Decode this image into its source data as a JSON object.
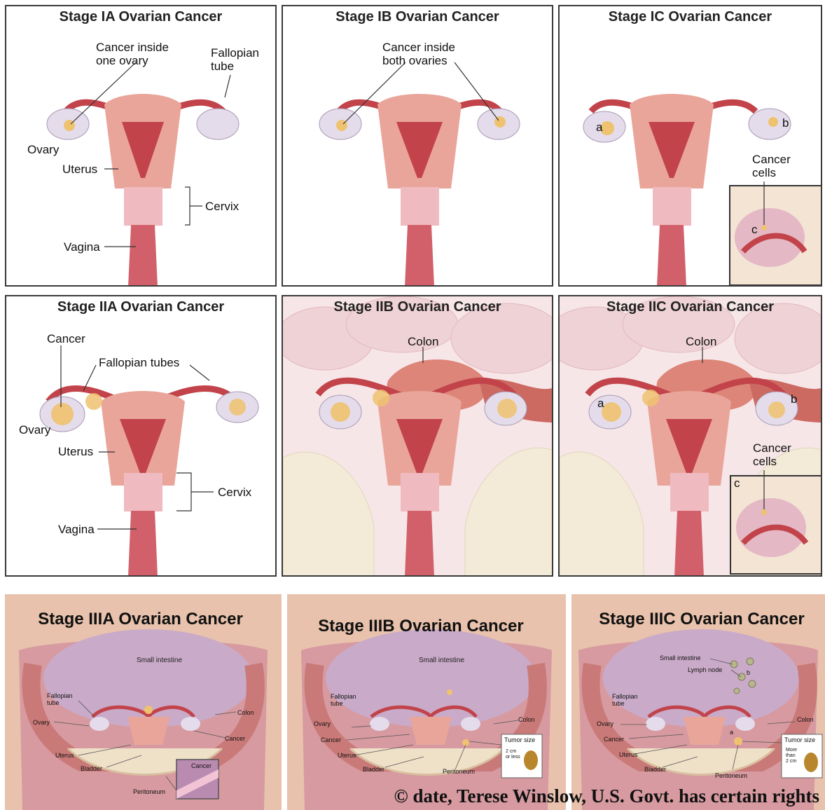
{
  "panels": {
    "ia": {
      "title": "Stage IA Ovarian Cancer",
      "labels": {
        "cancer": "Cancer inside",
        "cancer2": "one ovary",
        "tube": "Fallopian",
        "tube2": "tube",
        "ovary": "Ovary",
        "uterus": "Uterus",
        "cervix": "Cervix",
        "vagina": "Vagina"
      }
    },
    "ib": {
      "title": "Stage IB Ovarian Cancer",
      "labels": {
        "cancer": "Cancer inside",
        "cancer2": "both ovaries"
      }
    },
    "ic": {
      "title": "Stage IC Ovarian Cancer",
      "labels": {
        "a": "a",
        "b": "b",
        "c": "c",
        "cells": "Cancer",
        "cells2": "cells"
      }
    },
    "iia": {
      "title": "Stage IIA Ovarian Cancer",
      "labels": {
        "cancer": "Cancer",
        "tubes": "Fallopian tubes",
        "ovary": "Ovary",
        "uterus": "Uterus",
        "cervix": "Cervix",
        "vagina": "Vagina"
      }
    },
    "iib": {
      "title": "Stage IIB Ovarian Cancer",
      "labels": {
        "colon": "Colon"
      }
    },
    "iic": {
      "title": "Stage IIC Ovarian Cancer",
      "labels": {
        "colon": "Colon",
        "a": "a",
        "b": "b",
        "c": "c",
        "cells": "Cancer",
        "cells2": "cells"
      }
    },
    "iiia": {
      "title": "Stage IIIA Ovarian Cancer",
      "labels": {
        "small_intestine": "Small intestine",
        "tube": "Fallopian",
        "tube2": "tube",
        "ovary": "Ovary",
        "colon": "Colon",
        "cancer": "Cancer",
        "uterus": "Uterus",
        "bladder": "Bladder",
        "peritoneum": "Peritoneum",
        "inset_cancer": "Cancer"
      }
    },
    "iiib": {
      "title": "Stage IIIB Ovarian Cancer",
      "labels": {
        "small_intestine": "Small intestine",
        "tube": "Fallopian",
        "tube2": "tube",
        "ovary": "Ovary",
        "colon": "Colon",
        "cancer": "Cancer",
        "uterus": "Uterus",
        "bladder": "Bladder",
        "peritoneum": "Peritoneum",
        "tumor_size": "Tumor size",
        "size1": "2 cm",
        "size2": "or less"
      }
    },
    "iiic": {
      "title": "Stage IIIC Ovarian Cancer",
      "labels": {
        "small_intestine": "Small intestine",
        "lymph": "Lymph node",
        "tube": "Fallopian",
        "tube2": "tube",
        "ovary": "Ovary",
        "colon": "Colon",
        "cancer": "Cancer",
        "uterus": "Uterus",
        "bladder": "Bladder",
        "peritoneum": "Peritoneum",
        "tumor_size": "Tumor size",
        "size1": "More",
        "size2": "than",
        "size3": "2 cm",
        "a": "a",
        "b": "b"
      }
    }
  },
  "copyright": "© date, Terese Winslow, U.S. Govt. has certain rights",
  "colors": {
    "uterus": "#e9a59a",
    "tissue_dark": "#c2434a",
    "ovary": "#e4dcea",
    "cancer": "#efc270",
    "border": "#3a3a3a",
    "skin": "#e8c2ac"
  }
}
